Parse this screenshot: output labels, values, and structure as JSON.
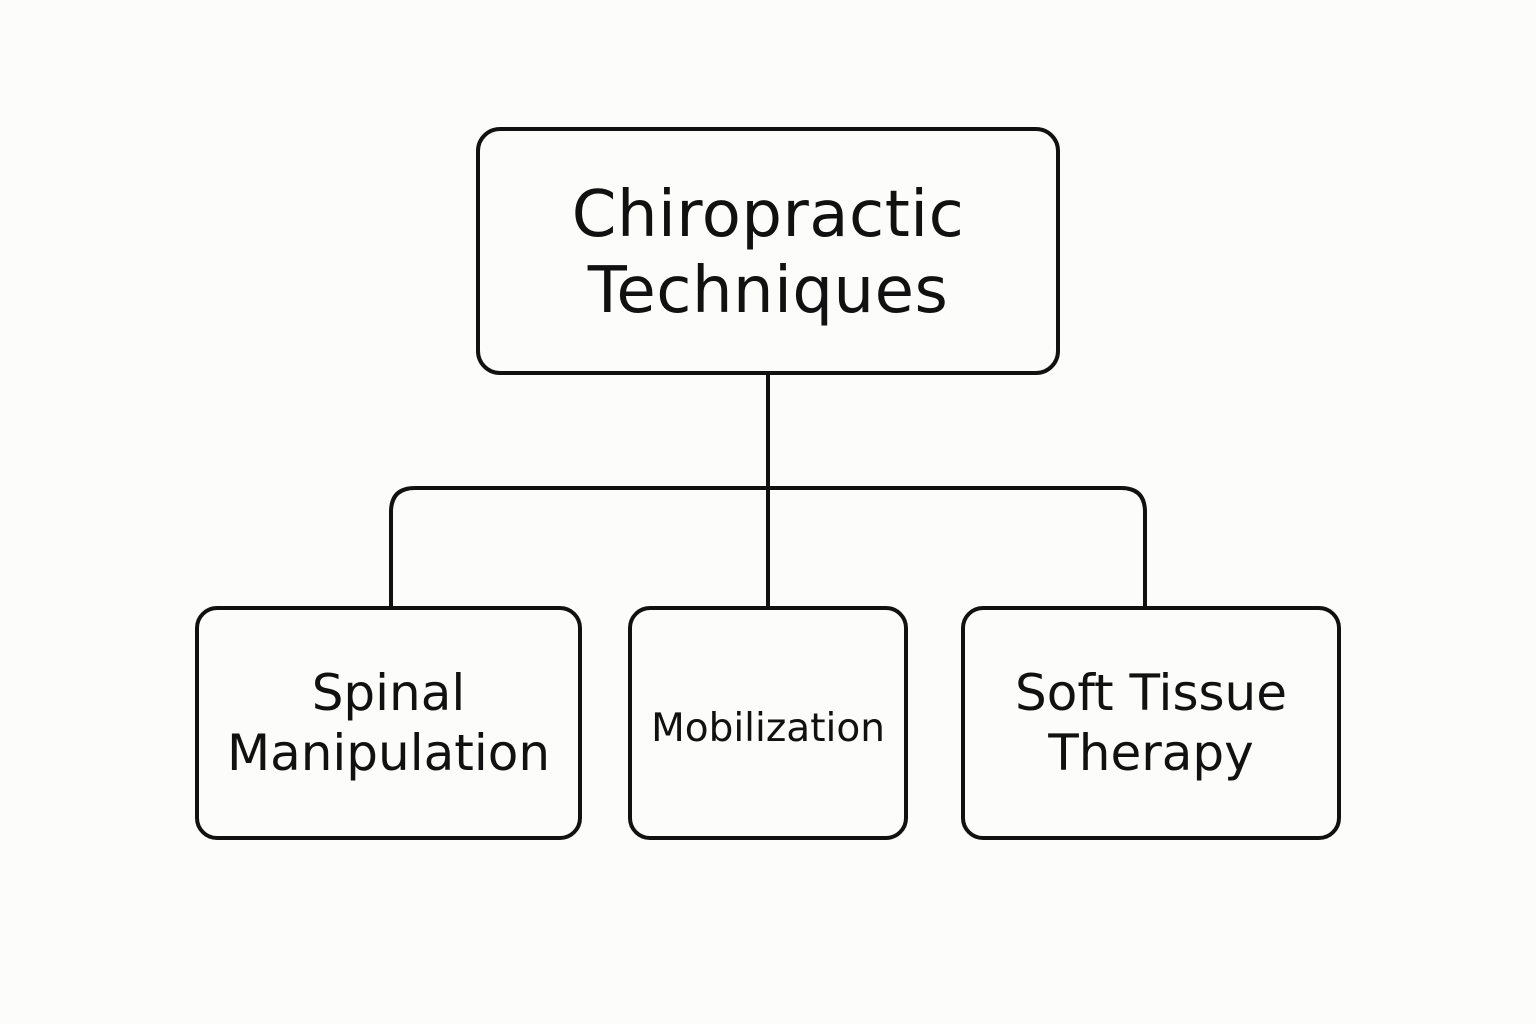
{
  "diagram": {
    "root": {
      "label": "Chiropractic\nTechniques"
    },
    "children": [
      {
        "label": "Spinal\nManipulation"
      },
      {
        "label": "Mobilization"
      },
      {
        "label": "Soft Tissue\nTherapy"
      }
    ]
  },
  "colors": {
    "background": "#fcfcfa",
    "stroke": "#111111"
  }
}
